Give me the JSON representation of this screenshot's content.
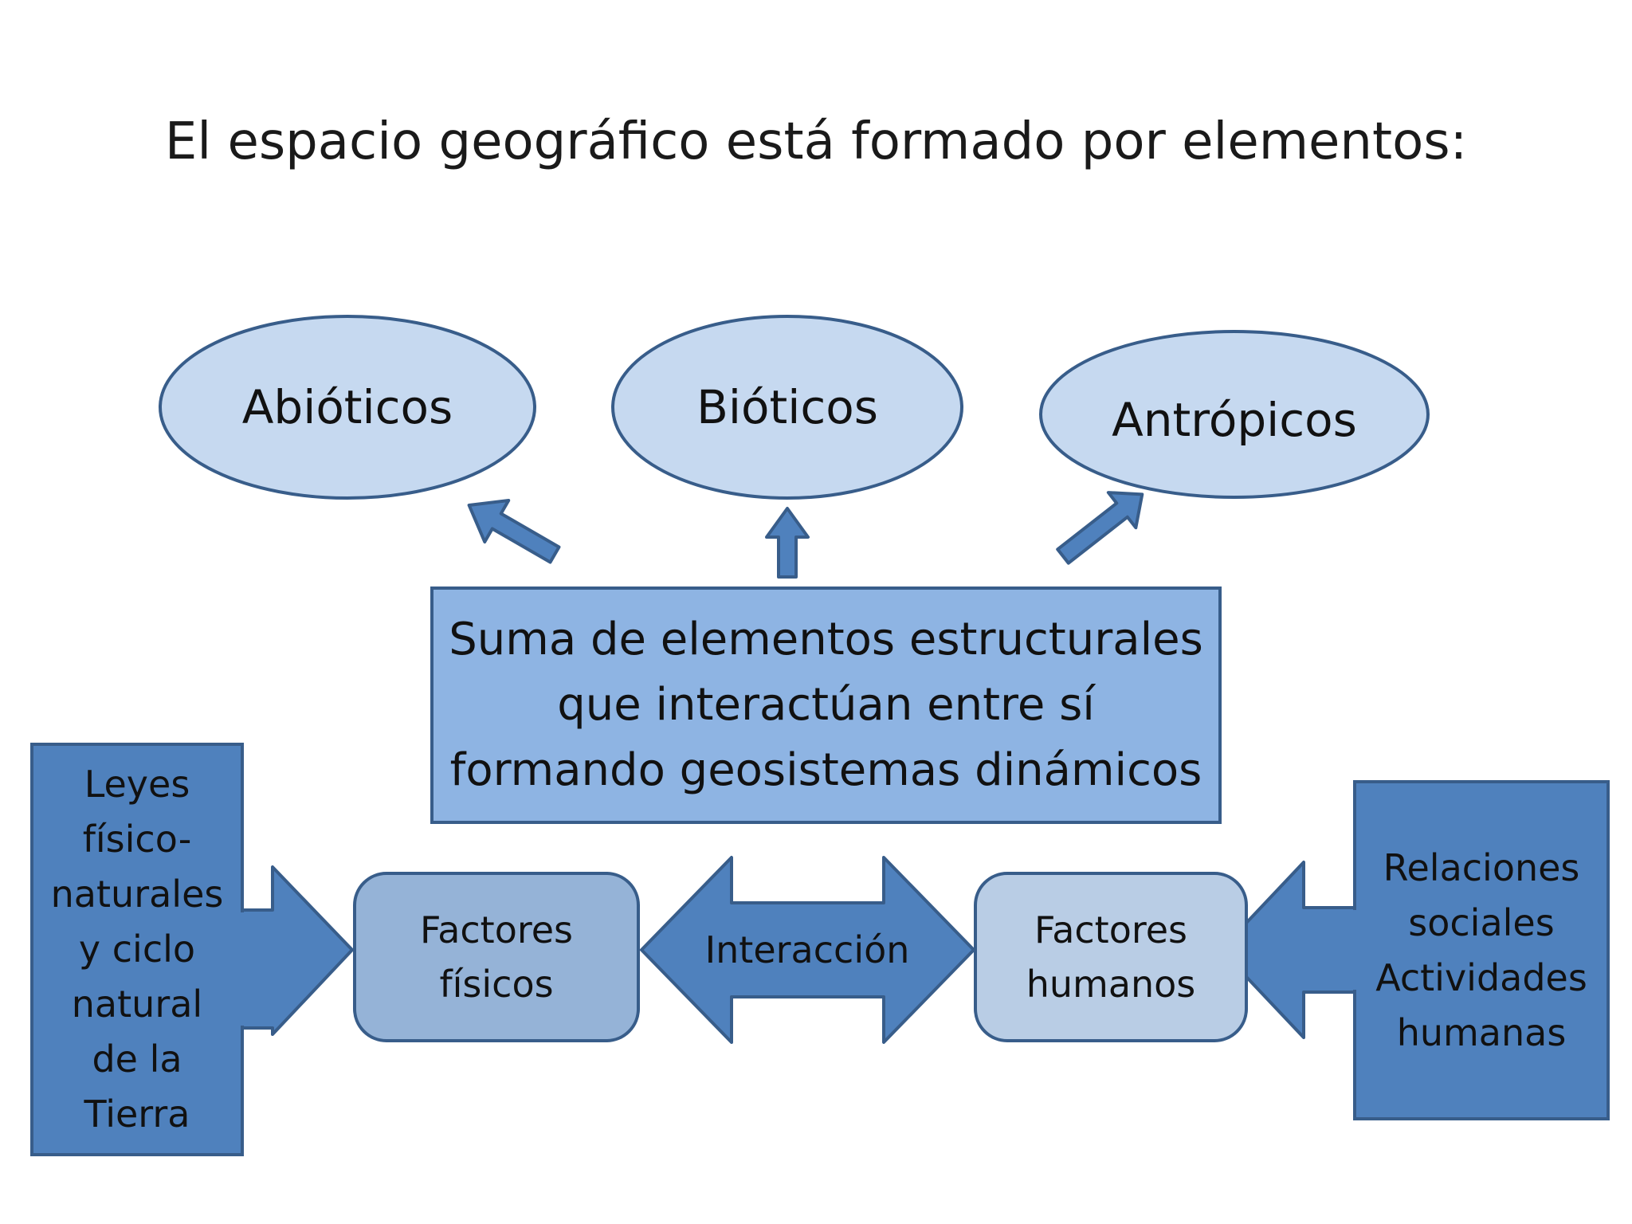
{
  "title": "El espacio geográfico está formado por elementos:",
  "ovals": [
    {
      "label": "Abióticos"
    },
    {
      "label": "Bióticos"
    },
    {
      "label": "Antrópicos"
    }
  ],
  "center_box": {
    "lines": [
      "Suma de elementos estructurales",
      "que interactúan entre sí",
      "formando geosistemas dinámicos"
    ]
  },
  "left_box": {
    "lines": [
      "Leyes",
      "físico-",
      "naturales",
      "y ciclo",
      "natural",
      "de la",
      "Tierra"
    ]
  },
  "right_box": {
    "lines": [
      "Relaciones",
      "sociales",
      "Actividades",
      "humanas"
    ]
  },
  "factor_physical": {
    "lines": [
      "Factores",
      "físicos"
    ]
  },
  "factor_human": {
    "lines": [
      "Factores",
      "humanos"
    ]
  },
  "interaction_arrow": {
    "label": "Interacción"
  },
  "colors": {
    "oval_fill": "#c6d9f0",
    "center_fill": "#8eb4e3",
    "side_fill": "#4f81bd",
    "physical_fill": "#95b3d7",
    "human_fill": "#b9cde5",
    "arrow_fill": "#4f81bd",
    "stroke": "#385d8a"
  }
}
